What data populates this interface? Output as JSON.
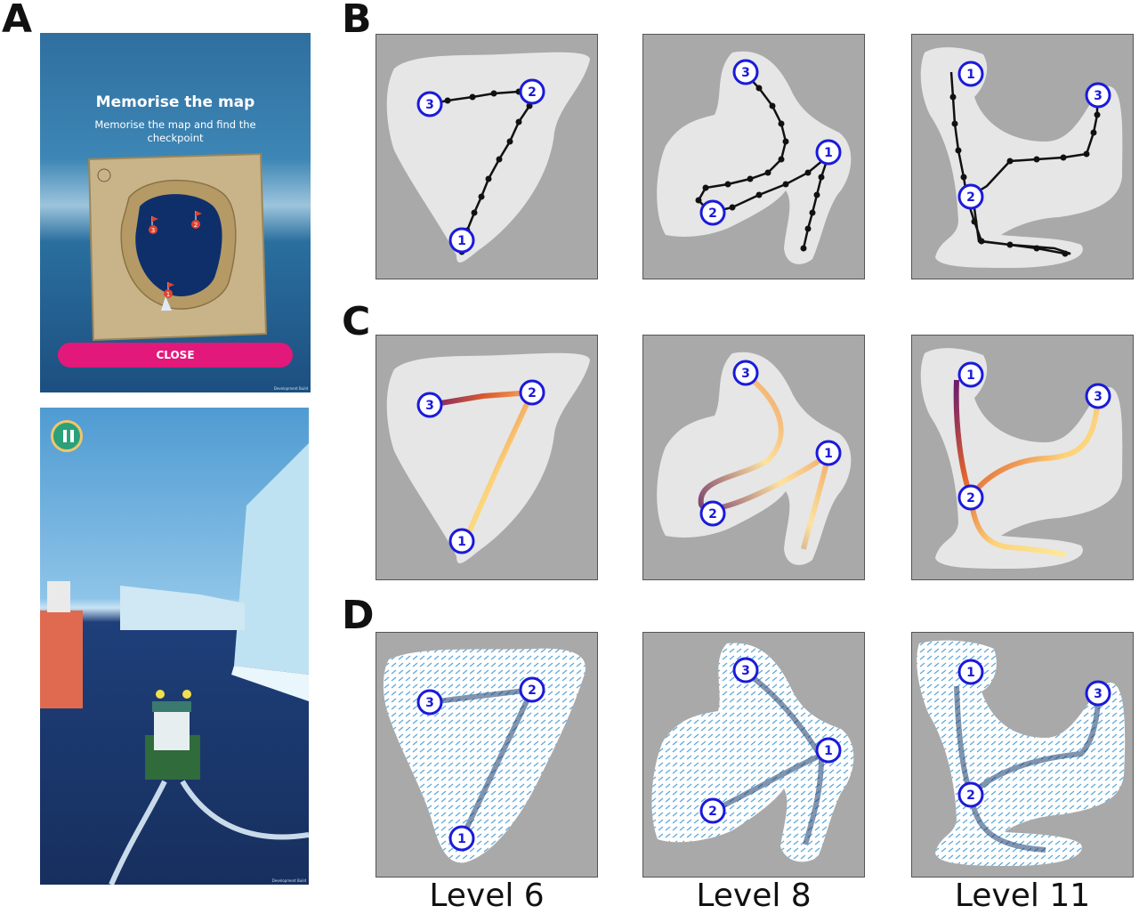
{
  "panel_labels": {
    "a": "A",
    "b": "B",
    "c": "C",
    "d": "D"
  },
  "game_screen": {
    "title": "Memorise the map",
    "subtitle": "Memorise the map and find the checkpoint",
    "close_label": "CLOSE",
    "flags": [
      "1",
      "2",
      "3"
    ],
    "build_text": "Development Build",
    "accent_color": "#e2187a"
  },
  "gameplay": {
    "pause_icon": "pause-icon",
    "build_text": "Development Build"
  },
  "levels": [
    "Level 6",
    "Level 8",
    "Level 11"
  ],
  "checkpoints": [
    "1",
    "2",
    "3"
  ],
  "colors": {
    "land": "#e6e6e6",
    "sea": "#a9a9a9",
    "marker": "#1a1adb",
    "path": "#111111",
    "arrow": "#5aa7d8",
    "arrow_dark": "#1c3e6e"
  }
}
